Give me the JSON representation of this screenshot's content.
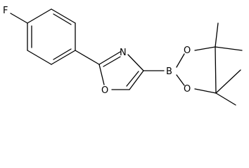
{
  "molecule": {
    "atoms": {
      "fluorine": "F",
      "oxazole_nitrogen": "N",
      "oxazole_oxygen": "O",
      "boronate_boron": "B",
      "boronate_oxygen_top": "O",
      "boronate_oxygen_bottom": "O"
    }
  }
}
